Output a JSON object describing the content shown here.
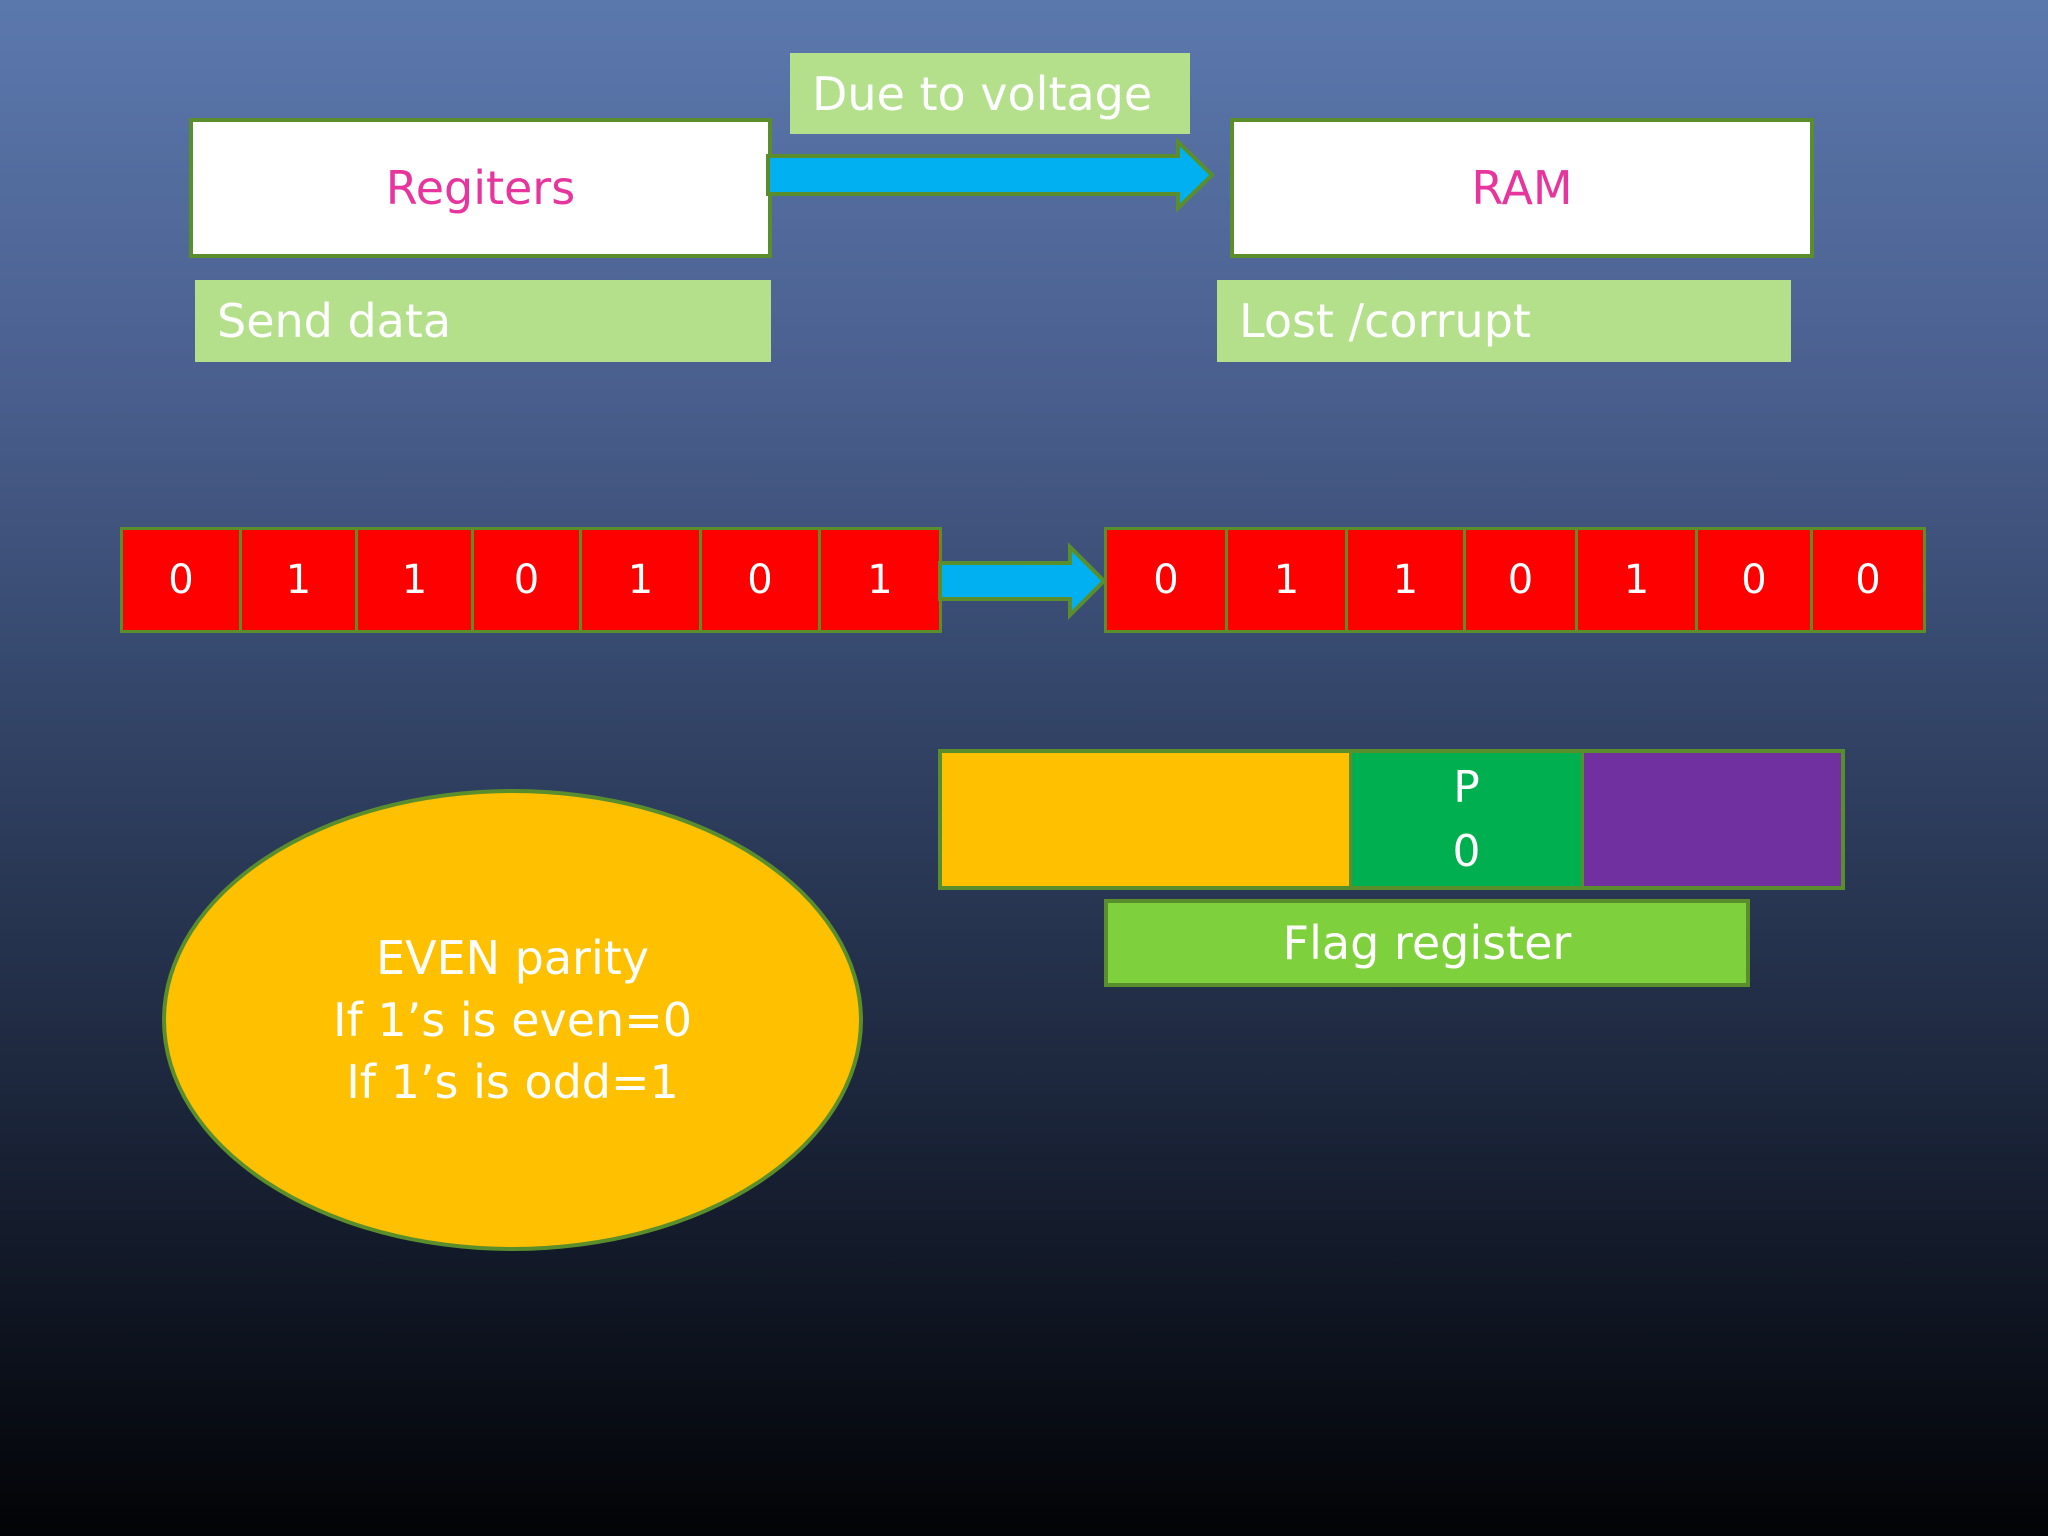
{
  "top": {
    "left_box": "Regiters",
    "right_box": "RAM",
    "arrow_label": "Due to voltage",
    "left_note": "Send data",
    "right_note": "Lost /corrupt"
  },
  "bits_sent": [
    "0",
    "1",
    "1",
    "0",
    "1",
    "0",
    "1"
  ],
  "bits_received": [
    "0",
    "1",
    "1",
    "0",
    "1",
    "0",
    "0"
  ],
  "flag_register": {
    "p_label": "P",
    "p_value": "0",
    "label": "Flag register"
  },
  "parity_rule": {
    "line1": "EVEN parity",
    "line2": "If 1’s is even=0",
    "line3": "If 1’s is odd=1"
  },
  "colors": {
    "arrow": "#00b0f0",
    "bit_cell": "#ff0000",
    "note": "#b4e08c",
    "flag_left": "#ffc000",
    "flag_p": "#00b050",
    "flag_right": "#7030a0",
    "box_text": "#e7359d"
  }
}
